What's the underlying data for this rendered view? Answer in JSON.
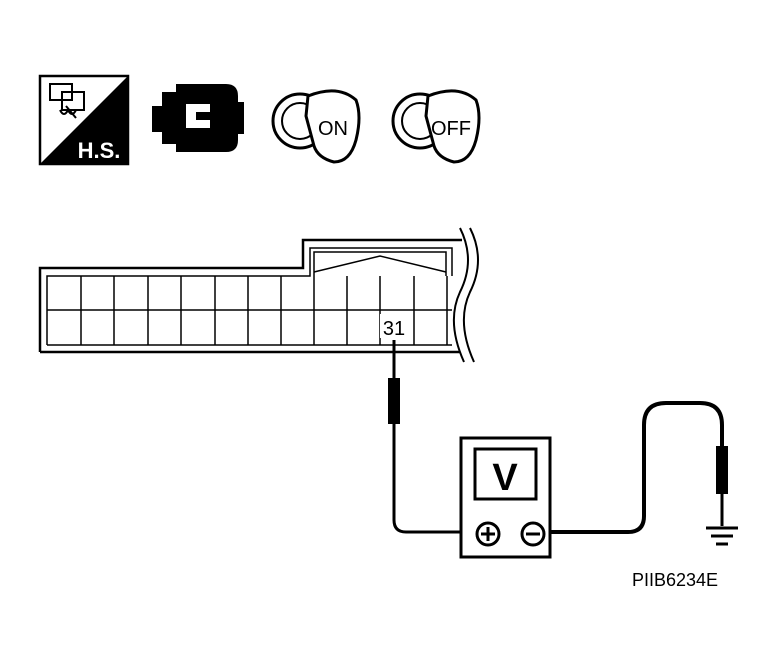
{
  "icons": {
    "harness_connector_label": "H.S.",
    "ignition_on_label": "ON",
    "ignition_off_label": "OFF"
  },
  "connector": {
    "terminal_label": "31"
  },
  "meter": {
    "display_label": "V",
    "positive_symbol": "+",
    "negative_symbol": "−"
  },
  "figure_code": "PIIB6234E"
}
